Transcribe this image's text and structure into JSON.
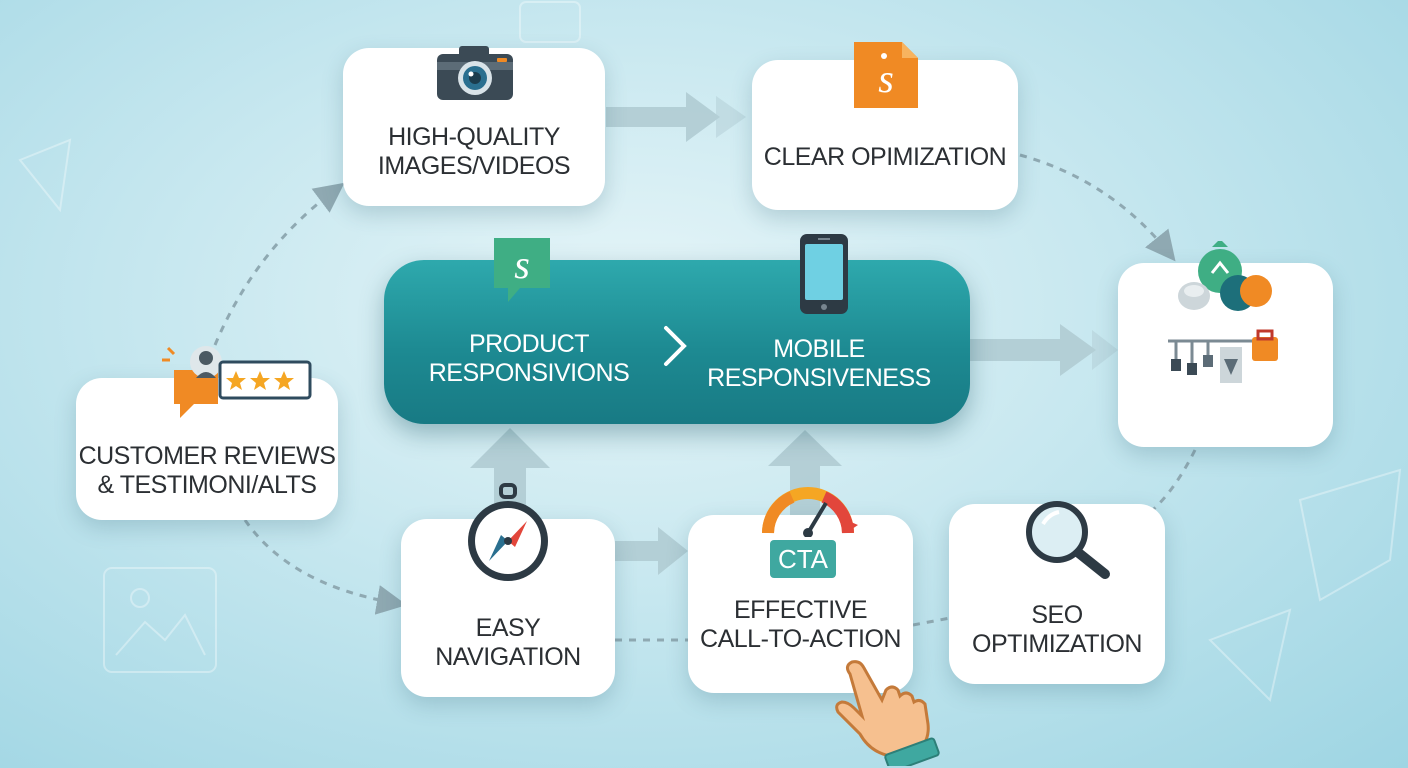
{
  "nodes": {
    "images_videos": {
      "label": "HIGH-QUALITY\nIMAGES/VIDEOS",
      "icon": "camera-icon"
    },
    "clear_opimization": {
      "label": "CLEAR OPIMIZATION",
      "icon": "document-icon"
    },
    "customer_reviews": {
      "label": "CUSTOMER REVIEWS\n& TESTIMONI/ALTS",
      "icon": "star-rating-icon"
    },
    "easy_navigation": {
      "label": "EASY\nNAVIGATION",
      "icon": "compass-icon"
    },
    "effective_cta": {
      "label": "EFFECTIVE\nCALL-TO-ACTION",
      "icon": "gauge-icon",
      "badge": "CTA"
    },
    "seo_optimization": {
      "label": "SEO\nOPTIMIZATION",
      "icon": "magnifier-icon"
    },
    "analytics": {
      "icon": "analytics-icon"
    }
  },
  "hub": {
    "left": {
      "label": "PRODUCT\nRESPONSIVIONS",
      "icon": "speech-bubble-icon"
    },
    "right": {
      "label": "MOBILE\nRESPONSIVENESS",
      "icon": "smartphone-icon"
    }
  },
  "colors": {
    "hub": "#1d8a92",
    "accent_orange": "#f08a24",
    "accent_green": "#3fae84",
    "arrow": "#a7c4cc",
    "dashed": "#8fa9b2"
  }
}
